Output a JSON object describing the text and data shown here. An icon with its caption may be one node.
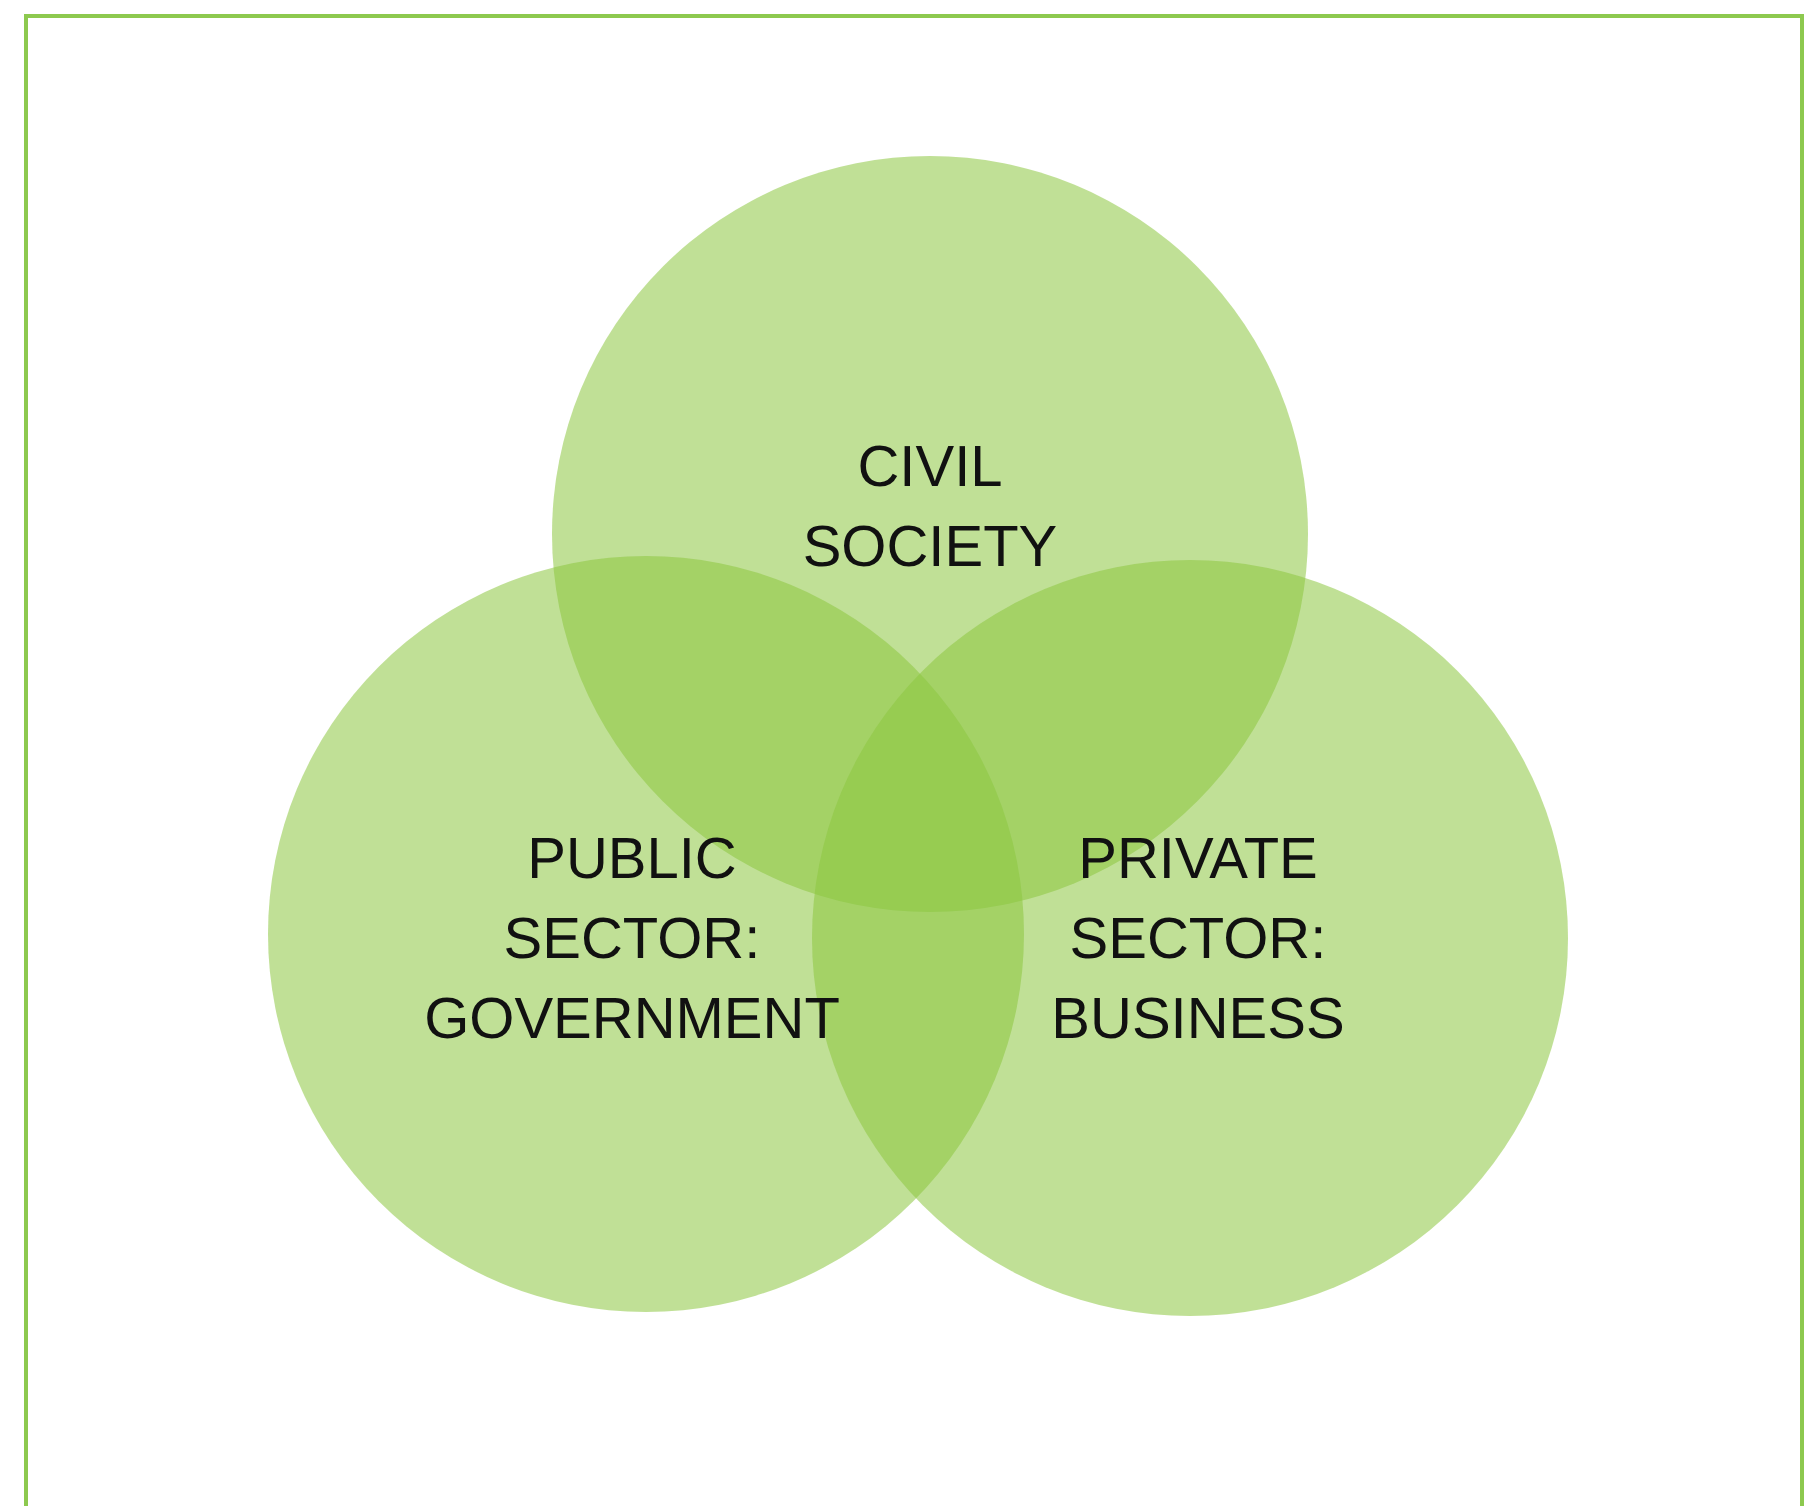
{
  "diagram": {
    "nodes": [
      {
        "text": [
          "CIVIL SOCIETY"
        ]
      },
      {
        "text": [
          "PUBLIC SECTOR: GOVERNMENT"
        ]
      },
      {
        "text": [
          "PRIVATE SECTOR: BUSINESS"
        ]
      }
    ]
  }
}
